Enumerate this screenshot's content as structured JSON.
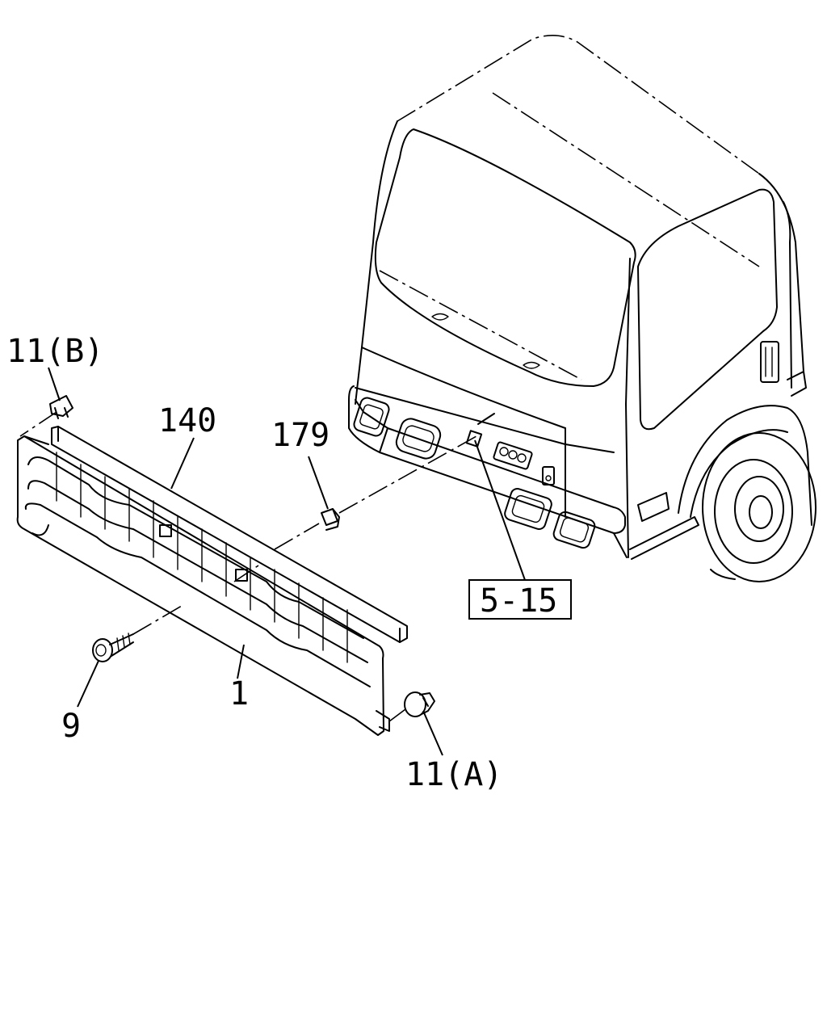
{
  "callouts": {
    "c_11b": "11(B)",
    "c_140": "140",
    "c_179": "179",
    "c_5_15": "5-15",
    "c_1": "1",
    "c_9": "9",
    "c_11a": "11(A)"
  }
}
